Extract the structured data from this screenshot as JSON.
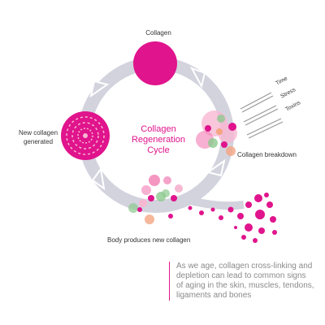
{
  "labels": {
    "collagen": "Collagen",
    "new_collagen_line1": "New collagen",
    "new_collagen_line2": "generated",
    "breakdown": "Collagen breakdown",
    "body_produces": "Body produces new collagen"
  },
  "cycle_title": [
    "Collagen",
    "Regeneration",
    "Cycle"
  ],
  "stressors": [
    "Time",
    "Stress",
    "Toxins"
  ],
  "caption": [
    "As we age, collagen cross-linking and",
    "depletion can lead to common signs",
    "of aging in the skin, muscles, tendons,",
    "ligaments and bones"
  ],
  "colors": {
    "magenta": "#e0148c",
    "pink": "#f27cb2",
    "light_pink": "#f7b8d2",
    "green": "#8cc98f",
    "orange": "#f4a582",
    "ring_gray": "#d3d3de",
    "text_gray": "#8a8a8a"
  }
}
